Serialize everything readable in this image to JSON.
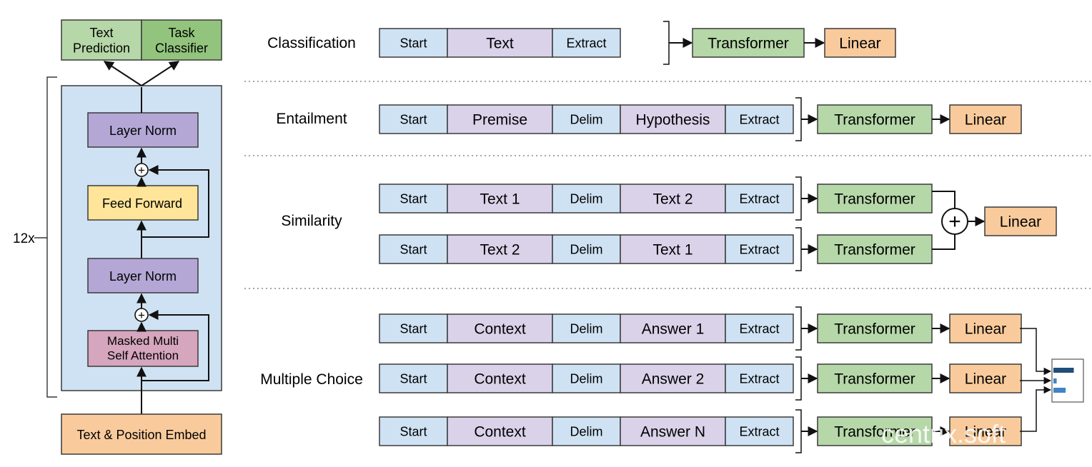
{
  "colors": {
    "token_start": "#cfe2f3",
    "token_text": "#d9d2e9",
    "transformer": "#b6d7a8",
    "linear": "#f9cb9c",
    "layer_norm": "#b4a7d6",
    "feed_forward": "#ffe599",
    "attention": "#d5a6bd",
    "block_bg": "#cfe2f3",
    "text_prediction": "#b6d7a8",
    "task_classifier": "#93c47d",
    "softmax_bar": "#1f4e79",
    "softmax_bar_light": "#3d85c6"
  },
  "architecture": {
    "repeat_label": "12x",
    "heads": {
      "text_prediction": "Text\nPrediction",
      "task_classifier": "Task\nClassifier"
    },
    "layer_norm_top": "Layer Norm",
    "feed_forward": "Feed Forward",
    "layer_norm_bottom": "Layer Norm",
    "attention": "Masked Multi\nSelf Attention",
    "embed": "Text & Position Embed",
    "add_symbol": "+"
  },
  "tasks": {
    "classification": {
      "label": "Classification",
      "tokens": [
        "Start",
        "Text",
        "Extract"
      ],
      "transformer": "Transformer",
      "linear": "Linear"
    },
    "entailment": {
      "label": "Entailment",
      "tokens": [
        "Start",
        "Premise",
        "Delim",
        "Hypothesis",
        "Extract"
      ],
      "transformer": "Transformer",
      "linear": "Linear"
    },
    "similarity": {
      "label": "Similarity",
      "rows": [
        {
          "tokens": [
            "Start",
            "Text 1",
            "Delim",
            "Text 2",
            "Extract"
          ],
          "transformer": "Transformer"
        },
        {
          "tokens": [
            "Start",
            "Text 2",
            "Delim",
            "Text 1",
            "Extract"
          ],
          "transformer": "Transformer"
        }
      ],
      "add_symbol": "+",
      "linear": "Linear"
    },
    "multiple_choice": {
      "label": "Multiple Choice",
      "rows": [
        {
          "tokens": [
            "Start",
            "Context",
            "Delim",
            "Answer 1",
            "Extract"
          ],
          "transformer": "Transformer",
          "linear": "Linear"
        },
        {
          "tokens": [
            "Start",
            "Context",
            "Delim",
            "Answer 2",
            "Extract"
          ],
          "transformer": "Transformer",
          "linear": "Linear"
        },
        {
          "tokens": [
            "Start",
            "Context",
            "Delim",
            "Answer N",
            "Extract"
          ],
          "transformer": "Transformer",
          "linear": "Linear"
        }
      ],
      "softmax_values": [
        0.75,
        0.12,
        0.45
      ]
    }
  },
  "watermark": "centrix.soft"
}
